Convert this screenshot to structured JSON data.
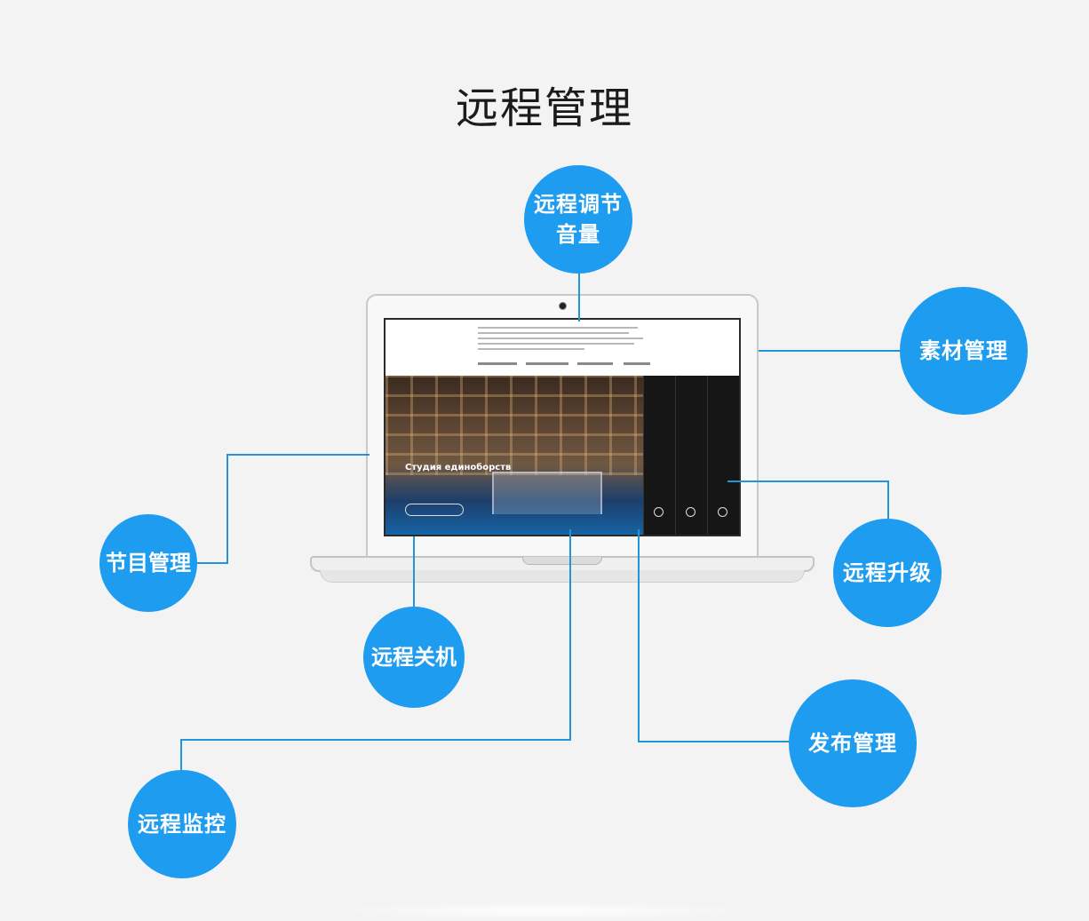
{
  "title": "远程管理",
  "colors": {
    "accent": "#1e9cf0",
    "line": "#2196d6",
    "background": "#f3f3f3"
  },
  "features": {
    "volume": "远程调节\n音量",
    "material": "素材管理",
    "program": "节目管理",
    "upgrade": "远程升级",
    "shutdown": "远程关机",
    "publish": "发布管理",
    "monitor": "远程监控"
  },
  "laptop_screen": {
    "hero_title": "Студия единоборств"
  }
}
